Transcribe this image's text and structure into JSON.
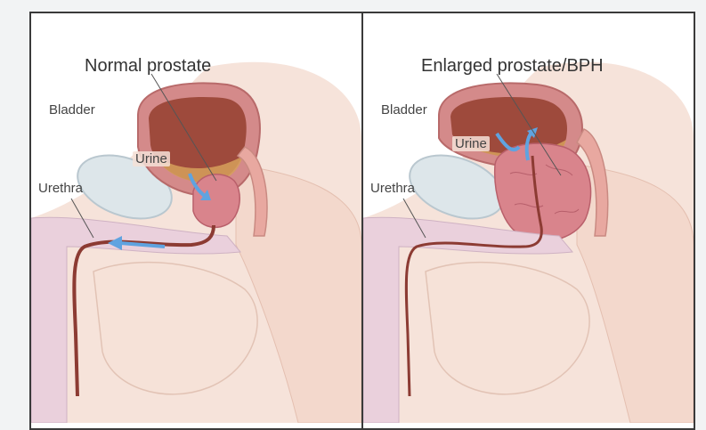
{
  "panels": [
    {
      "title": "Normal prostate",
      "labels": {
        "bladder": "Bladder",
        "urine": "Urine",
        "urethra": "Urethra"
      }
    },
    {
      "title": "Enlarged prostate/BPH",
      "labels": {
        "bladder": "Bladder",
        "urine": "Urine",
        "urethra": "Urethra"
      }
    }
  ],
  "colors": {
    "frame": "#3a3a3a",
    "tissue": "#f5ddd2",
    "bladder_wall": "#d48a8a",
    "bladder_inner": "#9e4a3c",
    "prostate": "#d9848c",
    "urethra": "#8c3b33",
    "flow_arrow": "#5fa3e0",
    "bone": "#dde6ea",
    "spongy": "#ddc4dc"
  }
}
